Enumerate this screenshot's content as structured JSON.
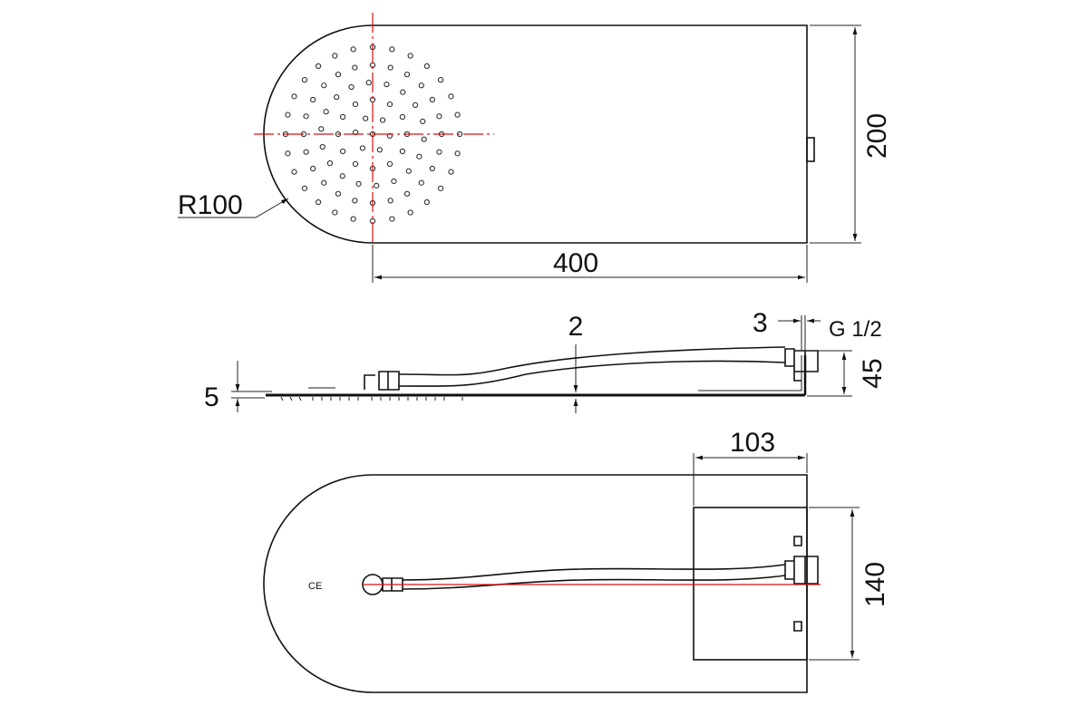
{
  "title": "Shower head technical drawing",
  "top_view": {
    "radius_label": "R100",
    "length_label": "400",
    "width_label": "200"
  },
  "side_view": {
    "thickness_label": "5",
    "plate_label": "2",
    "gap_label": "3",
    "thread_label": "G 1/2",
    "height_label": "45"
  },
  "bottom_view": {
    "bracket_width_label": "103",
    "bracket_height_label": "140",
    "mark_label": "CE"
  },
  "colors": {
    "line": "#111111",
    "centerline": "#e01010"
  }
}
